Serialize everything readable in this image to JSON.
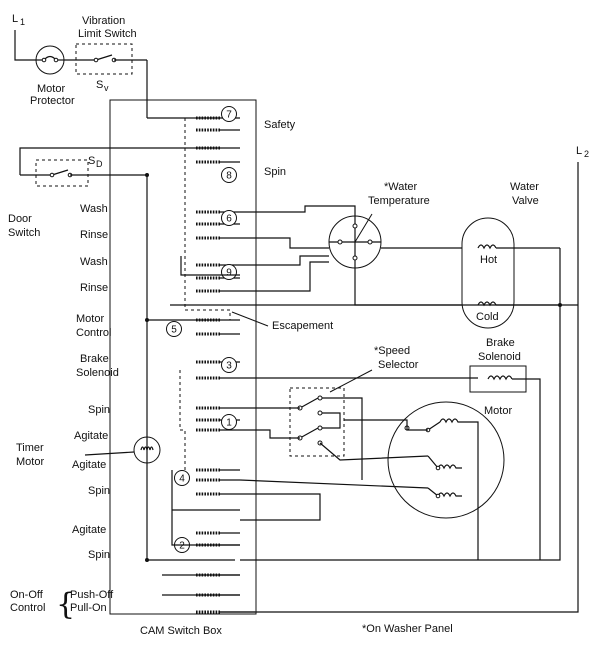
{
  "labels": {
    "l1": "L",
    "l1_sub": "1",
    "l2": "L",
    "l2_sub": "2",
    "vibration_limit_switch": [
      "Vibration",
      "Limit Switch"
    ],
    "sv": "S",
    "sv_sub": "v",
    "motor_protector": [
      "Motor",
      "Protector"
    ],
    "sd": "S",
    "sd_sub": "D",
    "door_switch": [
      "Door",
      "Switch"
    ],
    "safety": "Safety",
    "spin_top": "Spin",
    "wash1": "Wash",
    "rinse1": "Rinse",
    "wash2": "Wash",
    "rinse2": "Rinse",
    "motor_control": [
      "Motor",
      "Control"
    ],
    "brake_solenoid_left": [
      "Brake",
      "Solenoid"
    ],
    "spin1": "Spin",
    "agitate1": "Agitate",
    "timer_motor": [
      "Timer",
      "Motor"
    ],
    "agitate2": "Agitate",
    "spin2": "Spin",
    "agitate3": "Agitate",
    "spin3": "Spin",
    "on_off_control": [
      "On-Off",
      "Control"
    ],
    "push_off": "Push-Off",
    "pull_on": "Pull-On",
    "cam_switch_box": "CAM Switch Box",
    "water_temperature": [
      "*Water",
      "Temperature"
    ],
    "water_valve": [
      "Water",
      "Valve"
    ],
    "hot": "Hot",
    "cold": "Cold",
    "escapement": "Escapement",
    "speed_selector": [
      "*Speed",
      "Selector"
    ],
    "brake_solenoid_right": [
      "Brake",
      "Solenoid"
    ],
    "motor": "Motor",
    "on_washer_panel": "*On Washer Panel"
  },
  "cam_numbers": [
    "7",
    "8",
    "6",
    "9",
    "5",
    "3",
    "1",
    "4",
    "2"
  ]
}
